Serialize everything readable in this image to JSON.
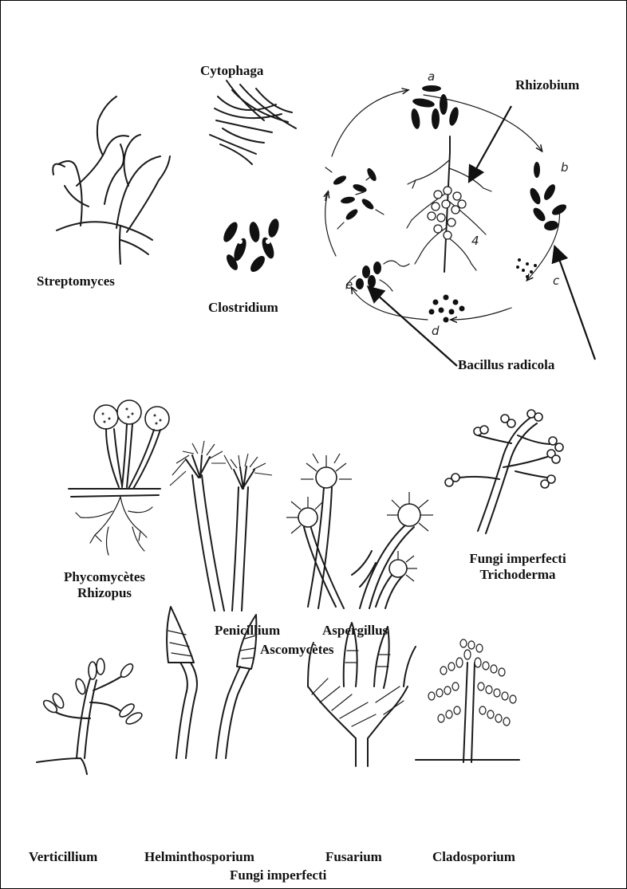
{
  "labels": {
    "cytophaga": "Cytophaga",
    "rhizobium": "Rhizobium",
    "streptomyces": "Streptomyces",
    "clostridium": "Clostridium",
    "bacillus_radicola": "Bacillus radicola",
    "phycomycetes": "Phycomycètes",
    "rhizopus": "Rhizopus",
    "fungi_imperfecti_top": "Fungi imperfecti",
    "trichoderma": "Trichoderma",
    "penicillium": "Penicillium",
    "aspergillus": "Aspergillus",
    "ascomycetes": "Ascomycètes",
    "verticillium": "Verticillium",
    "helminthosporium": "Helminthosporium",
    "fusarium": "Fusarium",
    "cladosporium": "Cladosporium",
    "fungi_imperfecti_bottom": "Fungi imperfecti"
  },
  "cycle_letters": {
    "a": "a",
    "b": "b",
    "c": "c",
    "d": "d",
    "e": "e",
    "f": "f",
    "n4": "4"
  }
}
